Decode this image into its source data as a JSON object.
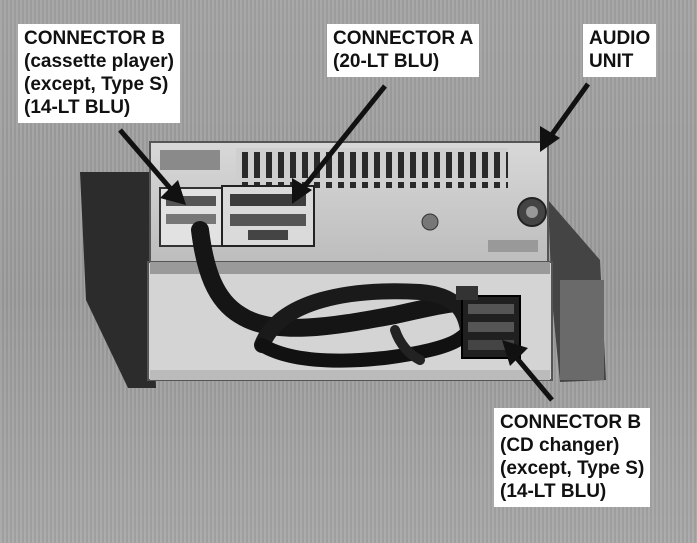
{
  "labels": {
    "connector_b_cassette": [
      "CONNECTOR B",
      "(cassette player)",
      "(except, Type S)",
      "(14-LT BLU)"
    ],
    "connector_a": [
      "CONNECTOR A",
      "(20-LT BLU)"
    ],
    "audio_unit": [
      "AUDIO",
      "UNIT"
    ],
    "connector_b_cd": [
      "CONNECTOR B",
      "(CD changer)",
      "(except, Type S)",
      "(14-LT BLU)"
    ]
  }
}
